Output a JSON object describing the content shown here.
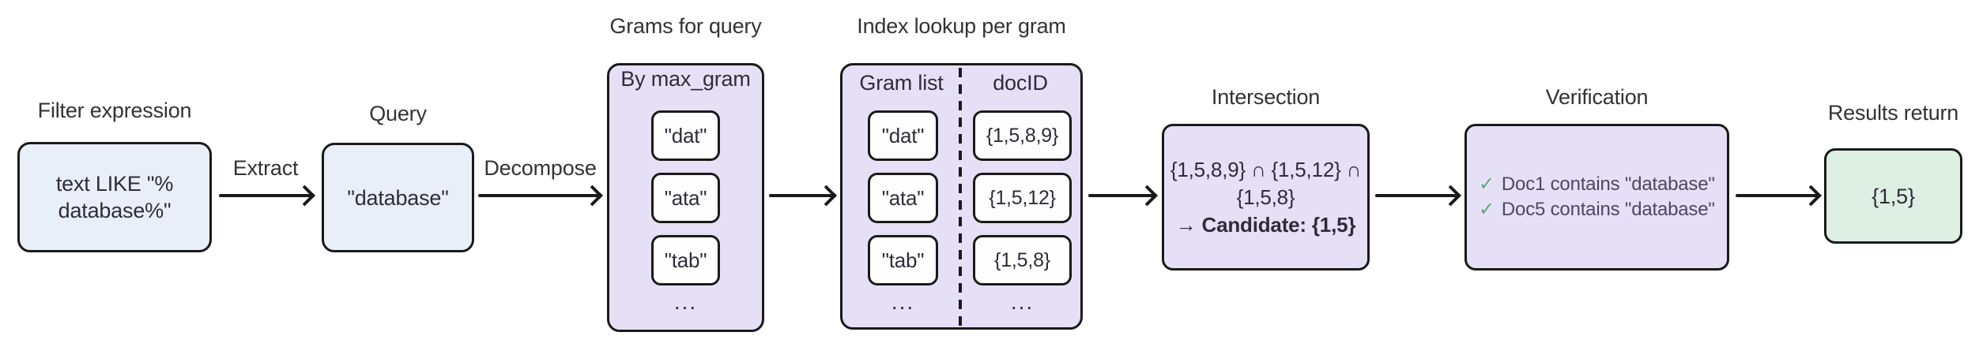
{
  "stages": {
    "filter": {
      "title": "Filter expression",
      "line1": "text LIKE \"%",
      "line2": "database%\""
    },
    "query": {
      "title": "Query",
      "text": "\"database\""
    },
    "grams": {
      "title": "Grams for query",
      "header": "By max_gram",
      "items": [
        "\"dat\"",
        "\"ata\"",
        "\"tab\""
      ],
      "ellipsis": "..."
    },
    "index": {
      "title": "Index lookup per gram",
      "col1_header": "Gram list",
      "col2_header": "docID",
      "rows": [
        {
          "gram": "\"dat\"",
          "docs": "{1,5,8,9}"
        },
        {
          "gram": "\"ata\"",
          "docs": "{1,5,12}"
        },
        {
          "gram": "\"tab\"",
          "docs": "{1,5,8}"
        }
      ],
      "ellipsis_left": "...",
      "ellipsis_right": "..."
    },
    "intersection": {
      "title": "Intersection",
      "line1": "{1,5,8,9} ∩ {1,5,12} ∩",
      "line2": "{1,5,8}",
      "line3": "→ Candidate: {1,5}"
    },
    "verification": {
      "title": "Verification",
      "checks": [
        {
          "icon": "✓",
          "text": "Doc1 contains \"database\""
        },
        {
          "icon": "✓",
          "text": "Doc5 contains \"database\""
        }
      ]
    },
    "results": {
      "title": "Results return",
      "text": "{1,5}"
    }
  },
  "arrows": {
    "extract": "Extract",
    "decompose": "Decompose"
  },
  "colors": {
    "box_blue": "#e9eff9",
    "box_purple": "#e6e0f7",
    "box_green": "#deefe3",
    "inner_white": "#fefeff",
    "border_black": "#1a1a1a",
    "check_green": "#5fa878",
    "text_dark": "#2f2c3a",
    "verification_text": "#4d4765"
  }
}
